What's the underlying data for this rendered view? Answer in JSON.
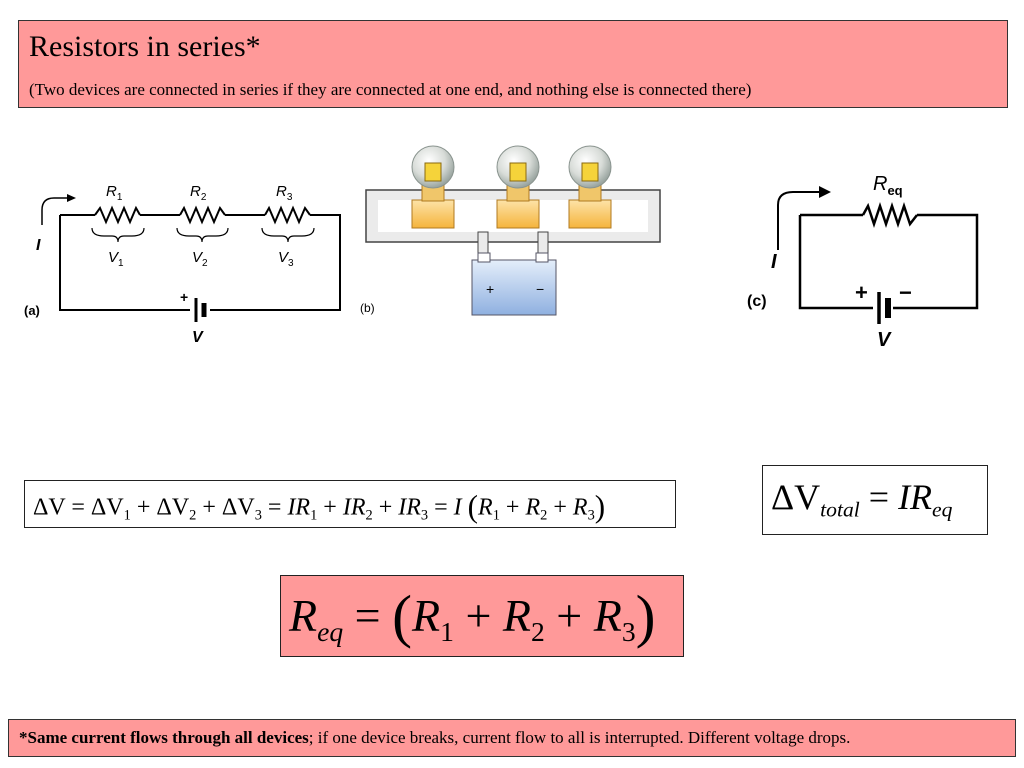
{
  "header": {
    "title": "Resistors in series*",
    "subtitle": "(Two devices are connected in series if they are connected at one end, and nothing else is connected there)"
  },
  "circuit_a": {
    "panel_label": "(a)",
    "current_label": "I",
    "resistors": [
      "R",
      "R",
      "R"
    ],
    "resistor_subs": [
      "1",
      "2",
      "3"
    ],
    "voltages": [
      "V",
      "V",
      "V"
    ],
    "voltage_subs": [
      "1",
      "2",
      "3"
    ],
    "battery_plus": "+",
    "battery_label": "V"
  },
  "circuit_b": {
    "panel_label": "(b)",
    "battery_plus": "+",
    "battery_minus": "−"
  },
  "circuit_c": {
    "panel_label": "(c)",
    "current_label": "I",
    "resistor_label": "R",
    "resistor_sub": "eq",
    "battery_plus": "+",
    "battery_minus": "−",
    "battery_label": "V"
  },
  "equations": {
    "eq1": {
      "dv": "ΔV",
      "eq_sign": " = ",
      "dv1": "ΔV",
      "s1": "1",
      "plus1": " + ",
      "dv2": "ΔV",
      "s2": "2",
      "plus2": " + ",
      "dv3": "ΔV",
      "s3": "3",
      "eq2": " = ",
      "ir1": "IR",
      "t1": "1",
      "plus3": " + ",
      "ir2": "IR",
      "t2": "2",
      "plus4": " + ",
      "ir3": "IR",
      "t3": "3",
      "eq3": " = ",
      "i": "I",
      "lparen": "(",
      "r1": "R",
      "u1": "1",
      "plus5": " + ",
      "r2": "R",
      "u2": "2",
      "plus6": " + ",
      "r3": "R",
      "u3": "3",
      "rparen": ")"
    },
    "eq2": {
      "dv": "ΔV",
      "sub": "total",
      "eq_sign": " = ",
      "ir": "IR",
      "sub2": "eq"
    },
    "eq3": {
      "r": "R",
      "sub": "eq",
      "eq_sign": " = ",
      "lparen": "(",
      "r1": "R",
      "s1": "1",
      "plus1": " + ",
      "r2": "R",
      "s2": "2",
      "plus2": " + ",
      "r3": "R",
      "s3": "3",
      "rparen": ")"
    }
  },
  "footer": {
    "bold": "*Same current flows through all devices",
    "rest": "; if one device breaks, current flow to all is interrupted.  Different voltage drops."
  },
  "colors": {
    "title_bg": "#ff9999",
    "panel_bg": "#ebebeb",
    "battery_blue": "#a9c3e8",
    "socket_orange": "#f5b43c",
    "bulb_yellow": "#f5d33a"
  }
}
